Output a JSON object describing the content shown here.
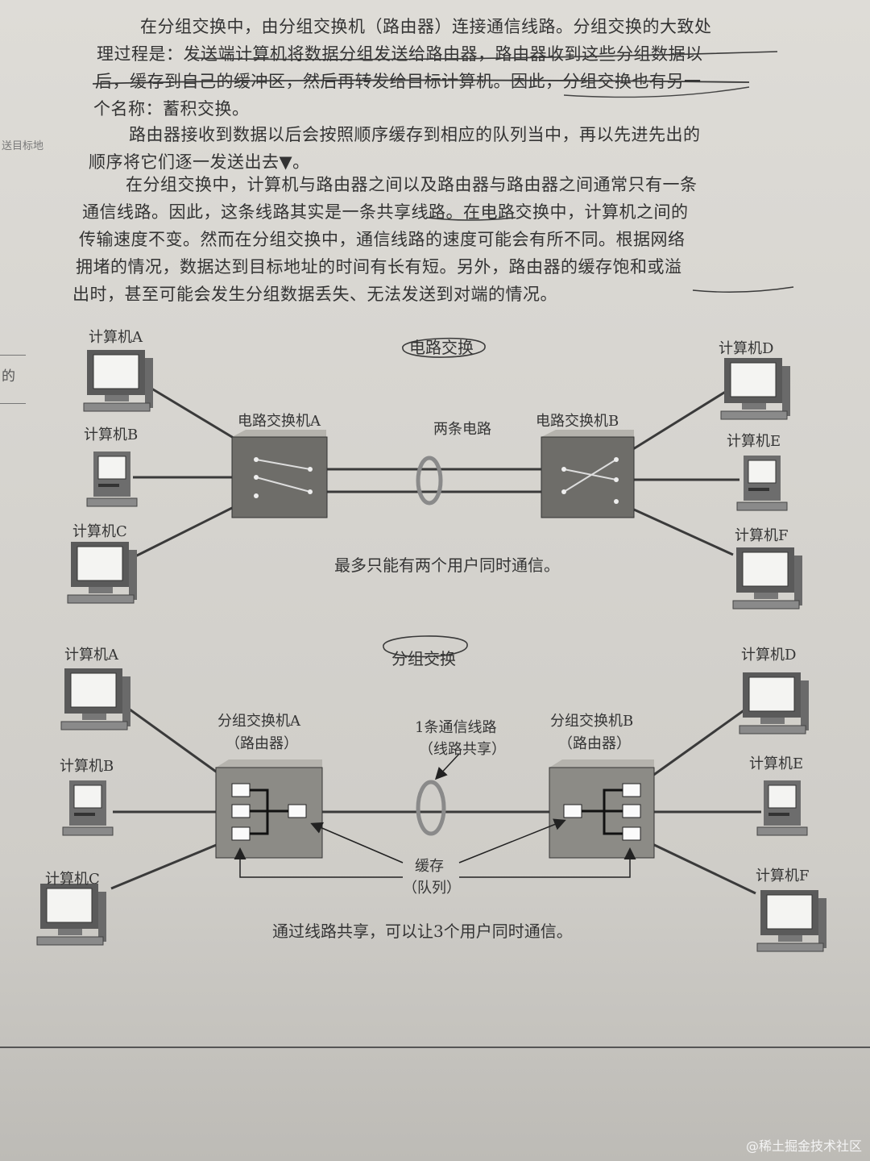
{
  "paragraphs": [
    [
      "在分组交换中，由分组交换机（路由器）连接通信线路。分组交换的大致处",
      "理过程是：发送端计算机将数据分组发送给路由器，路由器收到这些分组数据以",
      "后，缓存到自己的缓冲区，然后再转发给目标计算机。因此，分组交换也有另一",
      "个名称：蓄积交换。"
    ],
    [
      "路由器接收到数据以后会按照顺序缓存到相应的队列当中，再以先进先出的",
      "顺序将它们逐一发送出去▼。"
    ],
    [
      "在分组交换中，计算机与路由器之间以及路由器与路由器之间通常只有一条",
      "通信线路。因此，这条线路其实是一条共享线路。在电路交换中，计算机之间的",
      "传输速度不变。然而在分组交换中，通信线路的速度可能会有所不同。根据网络",
      "拥堵的情况，数据达到目标地址的时间有长有短。另外，路由器的缓存饱和或溢",
      "出时，甚至可能会发生分组数据丢失、无法发送到对端的情况。"
    ]
  ],
  "margin_notes": [
    "送目标地",
    "的"
  ],
  "circuit": {
    "title": "电路交换",
    "switch_a": "电路交换机A",
    "switch_b": "电路交换机B",
    "link_label": "两条电路",
    "caption": "最多只能有两个用户同时通信。",
    "computers": [
      "计算机A",
      "计算机B",
      "计算机C",
      "计算机D",
      "计算机E",
      "计算机F"
    ]
  },
  "packet": {
    "title": "分组交换",
    "router_a_line1": "分组交换机A",
    "router_a_line2": "（路由器）",
    "router_b_line1": "分组交换机B",
    "router_b_line2": "（路由器）",
    "link_line1": "1条通信线路",
    "link_line2": "（线路共享）",
    "buffer_line1": "缓存",
    "buffer_line2": "（队列）",
    "caption": "通过线路共享，可以让3个用户同时通信。",
    "computers": [
      "计算机A",
      "计算机B",
      "计算机C",
      "计算机D",
      "计算机E",
      "计算机F"
    ]
  },
  "watermark": "@稀土掘金技术社区"
}
